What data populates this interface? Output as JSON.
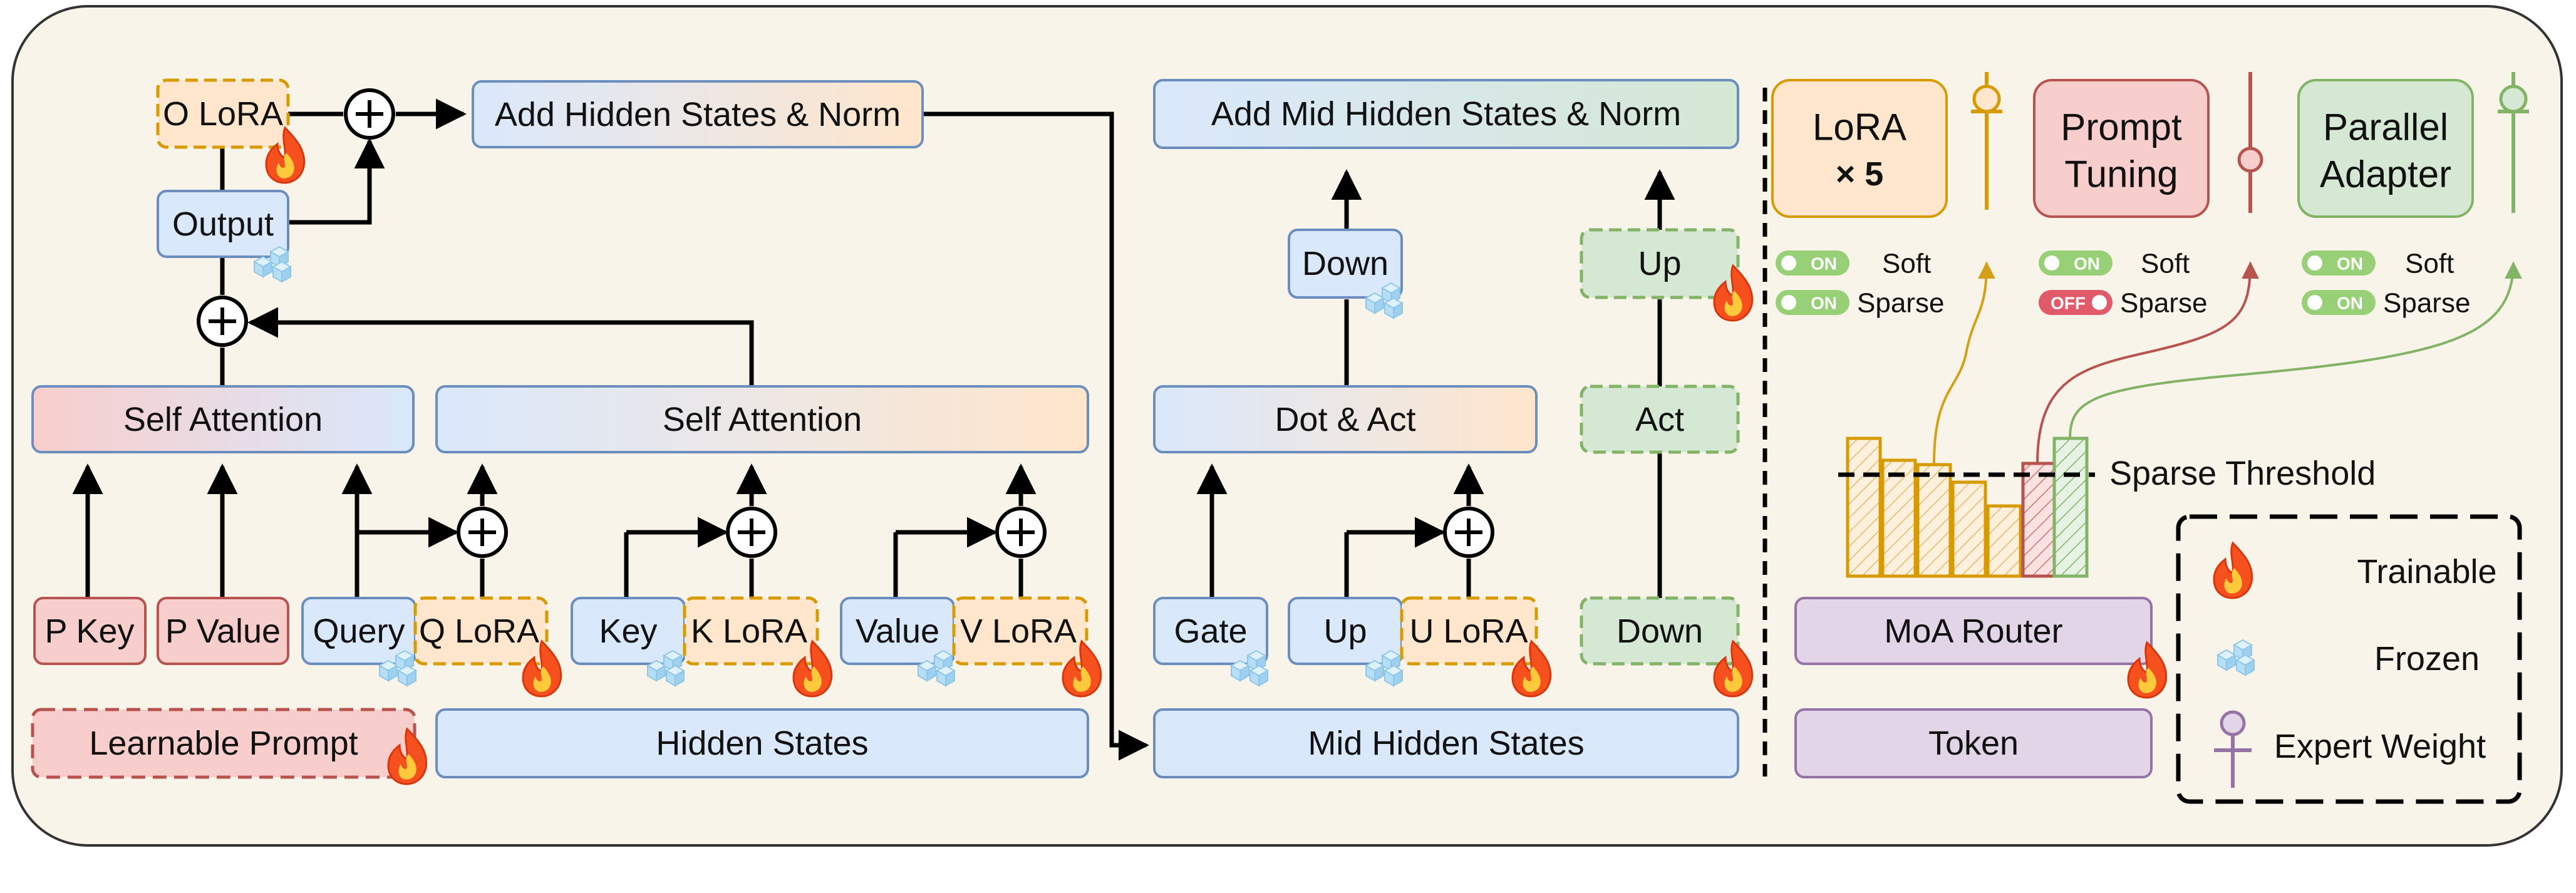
{
  "colors": {
    "background": "#f8f4ea",
    "blue_fill": "#dae8fc",
    "blue_stroke": "#6c8ebf",
    "red_fill": "#f8cecc",
    "red_stroke": "#b85450",
    "orange_fill": "#ffe6cc",
    "orange_stroke": "#d79b00",
    "green_fill": "#d5e8d4",
    "green_stroke": "#82b366",
    "purple_fill": "#e1d5e7",
    "purple_stroke": "#9673a6"
  },
  "blocks": {
    "o_lora": "O LoRA",
    "output": "Output",
    "add_hidden_states_norm": "Add Hidden States & Norm",
    "self_attention_prompt": "Self Attention",
    "self_attention": "Self Attention",
    "p_key": "P Key",
    "p_value": "P Value",
    "query": "Query",
    "q_lora": "Q LoRA",
    "key": "Key",
    "k_lora": "K LoRA",
    "value": "Value",
    "v_lora": "V LoRA",
    "learnable_prompt": "Learnable Prompt",
    "hidden_states": "Hidden States",
    "add_mid_hidden_states_norm": "Add Mid Hidden States & Norm",
    "down_frozen": "Down",
    "dot_act": "Dot & Act",
    "gate": "Gate",
    "up_frozen": "Up",
    "u_lora": "U LoRA",
    "mid_hidden_states": "Mid Hidden States",
    "adapter_up": "Up",
    "adapter_act": "Act",
    "adapter_down": "Down"
  },
  "experts": {
    "lora": {
      "line1": "LoRA",
      "line2": "× 5"
    },
    "prompt_tuning": {
      "line1": "Prompt",
      "line2": "Tuning"
    },
    "parallel_adapter": {
      "line1": "Parallel",
      "line2": "Adapter"
    }
  },
  "switches": {
    "soft_label": "Soft",
    "sparse_label": "Sparse",
    "on": "ON",
    "off": "OFF",
    "lora": {
      "soft": "ON",
      "sparse": "ON"
    },
    "prompt_tuning": {
      "soft": "ON",
      "sparse": "OFF"
    },
    "parallel_adapter": {
      "soft": "ON",
      "sparse": "ON"
    }
  },
  "router": {
    "sparse_threshold": "Sparse Threshold",
    "moa_router": "MoA Router",
    "token": "Token"
  },
  "legend": {
    "trainable": "Trainable",
    "frozen": "Frozen",
    "expert_weight": "Expert Weight"
  }
}
